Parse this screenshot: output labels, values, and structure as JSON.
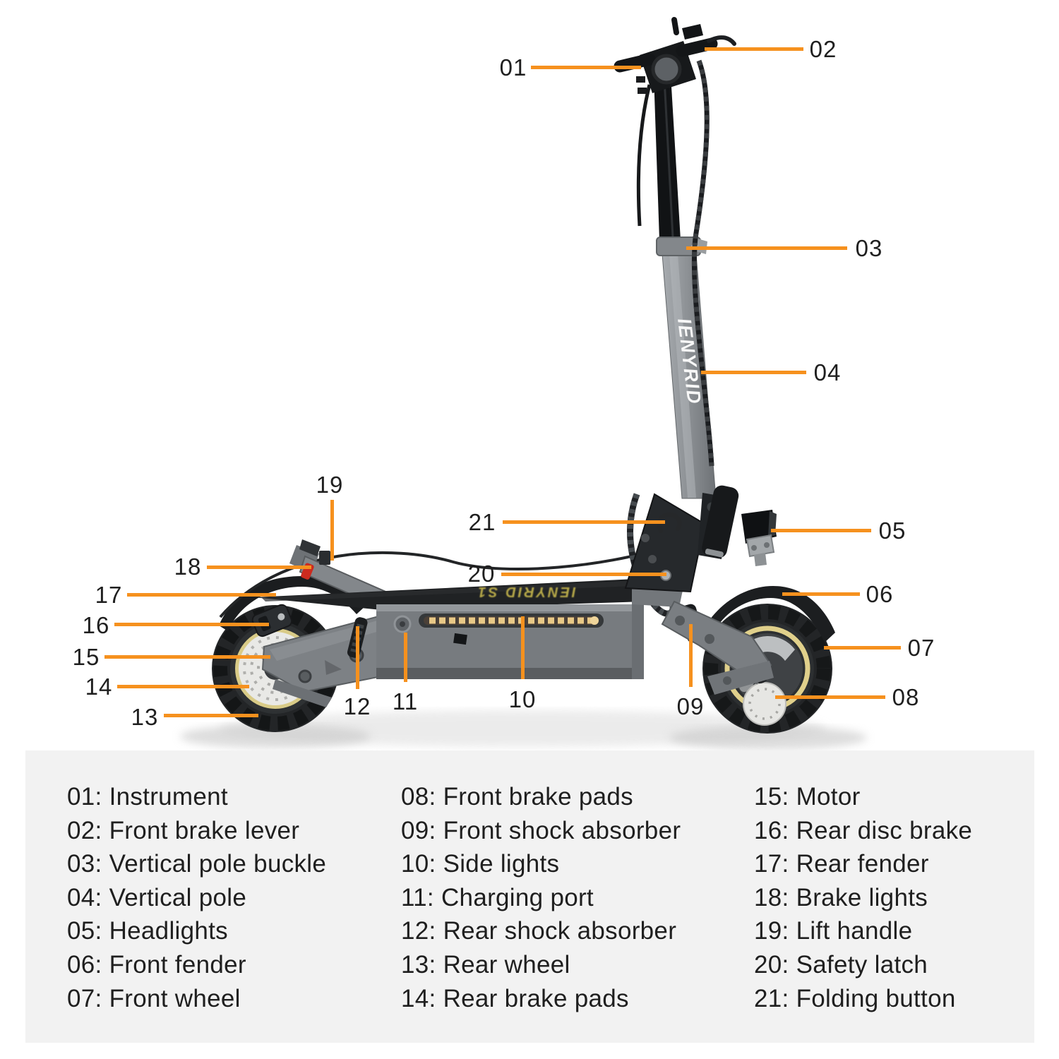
{
  "diagram": {
    "accent_color": "#F6911E",
    "legend_bg": "#F2F2F2",
    "text_color": "#1F1F1F",
    "rim_accent_color": "#DCCD89"
  },
  "logos": {
    "pole": "IENYRID",
    "deck": "IENYRID S1"
  },
  "parts": [
    {
      "num": "01",
      "name": "Instrument",
      "label": "01: Instrument"
    },
    {
      "num": "02",
      "name": "Front brake lever",
      "label": "02: Front brake lever"
    },
    {
      "num": "03",
      "name": "Vertical pole buckle",
      "label": "03: Vertical pole buckle"
    },
    {
      "num": "04",
      "name": "Vertical pole",
      "label": "04: Vertical pole"
    },
    {
      "num": "05",
      "name": "Headlights",
      "label": "05: Headlights"
    },
    {
      "num": "06",
      "name": "Front fender",
      "label": "06: Front fender"
    },
    {
      "num": "07",
      "name": "Front wheel",
      "label": "07: Front wheel"
    },
    {
      "num": "08",
      "name": "Front brake pads",
      "label": "08: Front brake pads"
    },
    {
      "num": "09",
      "name": "Front shock absorber",
      "label": "09: Front shock absorber"
    },
    {
      "num": "10",
      "name": "Side lights",
      "label": "10: Side lights"
    },
    {
      "num": "11",
      "name": "Charging port",
      "label": "11: Charging port"
    },
    {
      "num": "12",
      "name": "Rear shock absorber",
      "label": "12: Rear shock absorber"
    },
    {
      "num": "13",
      "name": "Rear wheel",
      "label": "13: Rear wheel"
    },
    {
      "num": "14",
      "name": "Rear brake pads",
      "label": "14: Rear brake pads"
    },
    {
      "num": "15",
      "name": "Motor",
      "label": "15: Motor"
    },
    {
      "num": "16",
      "name": "Rear disc brake",
      "label": "16: Rear disc brake"
    },
    {
      "num": "17",
      "name": "Rear fender",
      "label": "17: Rear fender"
    },
    {
      "num": "18",
      "name": "Brake lights",
      "label": "18: Brake lights"
    },
    {
      "num": "19",
      "name": "Lift handle",
      "label": "19: Lift handle"
    },
    {
      "num": "20",
      "name": "Safety latch",
      "label": "20: Safety latch"
    },
    {
      "num": "21",
      "name": "Folding button",
      "label": "21: Folding button"
    }
  ]
}
